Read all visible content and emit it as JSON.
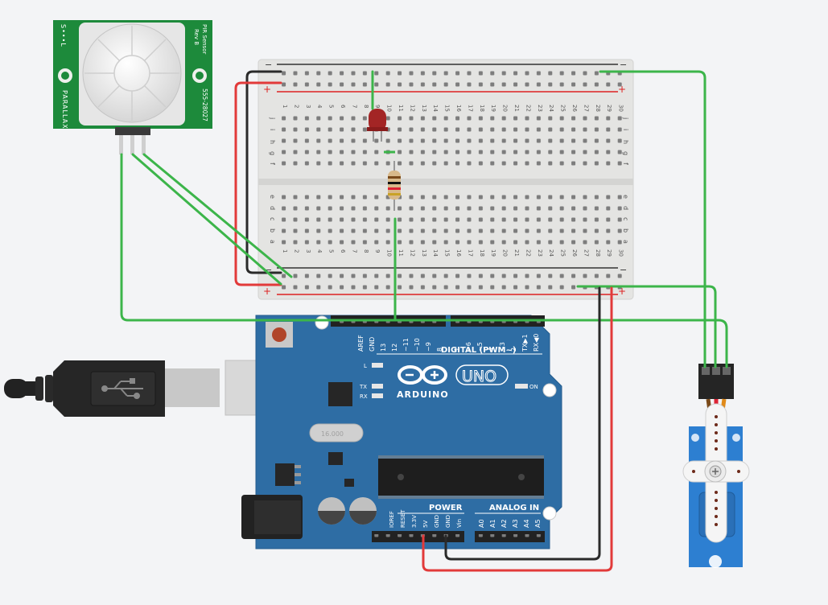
{
  "colors": {
    "background": "#f3f4f6",
    "arduino_board": "#2e6da4",
    "pir_board": "#1d8a3b",
    "breadboard": "#e4e4e2",
    "wire_green": "#3cb54a",
    "wire_red": "#e23a3a",
    "wire_black": "#2a2a2a",
    "servo_body": "#2d7fd1",
    "led_red": "#a32525"
  },
  "pir_sensor": {
    "title": "PIR Sensor",
    "revision": "Rev B",
    "pins": "S•••L",
    "part_number": "555-28027",
    "brand": "PARALLAX"
  },
  "breadboard": {
    "column_numbers": [
      "1",
      "2",
      "3",
      "4",
      "5",
      "6",
      "7",
      "8",
      "9",
      "10",
      "11",
      "12",
      "13",
      "14",
      "15",
      "16",
      "17",
      "18",
      "19",
      "20",
      "21",
      "22",
      "23",
      "24",
      "25",
      "26",
      "27",
      "28",
      "29",
      "30"
    ],
    "row_letters_top": [
      "j",
      "i",
      "h",
      "g",
      "f"
    ],
    "row_letters_bottom": [
      "e",
      "d",
      "c",
      "b",
      "a"
    ],
    "rail_minus": "−",
    "rail_plus": "+"
  },
  "arduino": {
    "brand": "ARDUINO",
    "model": "UNO",
    "digital_header": "DIGITAL (PWM~)",
    "digital_pins": [
      "AREF",
      "GND",
      "13",
      "12",
      "~11",
      "~10",
      "~9",
      "8",
      "7",
      "~6",
      "~5",
      "4",
      "~3",
      "2",
      "TX▶1",
      "RX◀0"
    ],
    "power_header": "POWER",
    "power_pins": [
      "IOREF",
      "RESET",
      "3.3V",
      "5V",
      "GND",
      "GND",
      "Vin"
    ],
    "analog_header": "ANALOG IN",
    "analog_pins": [
      "A0",
      "A1",
      "A2",
      "A3",
      "A4",
      "A5"
    ],
    "led_labels": [
      "L",
      "TX",
      "RX"
    ],
    "on_label": "ON",
    "crystal_label": "16.000"
  }
}
